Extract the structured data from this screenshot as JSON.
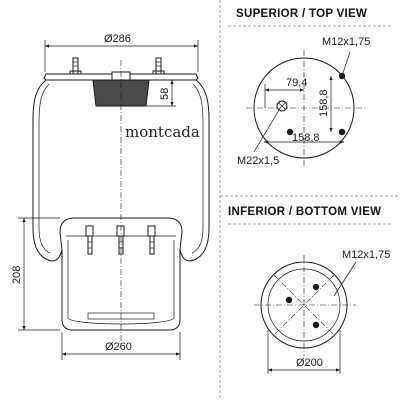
{
  "brand": "montcada",
  "side_view": {
    "top_diameter": "Ø286",
    "plate_height": "58",
    "bottom_diameter": "Ø260",
    "height": "208"
  },
  "top_view": {
    "heading": "SUPERIOR / TOP VIEW",
    "stud_thread": "M12x1,75",
    "offset_x": "79,4",
    "spacing_y": "158,8",
    "spacing_x": "158,8",
    "air_inlet_thread": "M22x1,5"
  },
  "bottom_view": {
    "heading": "INFERIOR / BOTTOM VIEW",
    "stud_thread": "M12x1,75",
    "diameter": "Ø200"
  }
}
